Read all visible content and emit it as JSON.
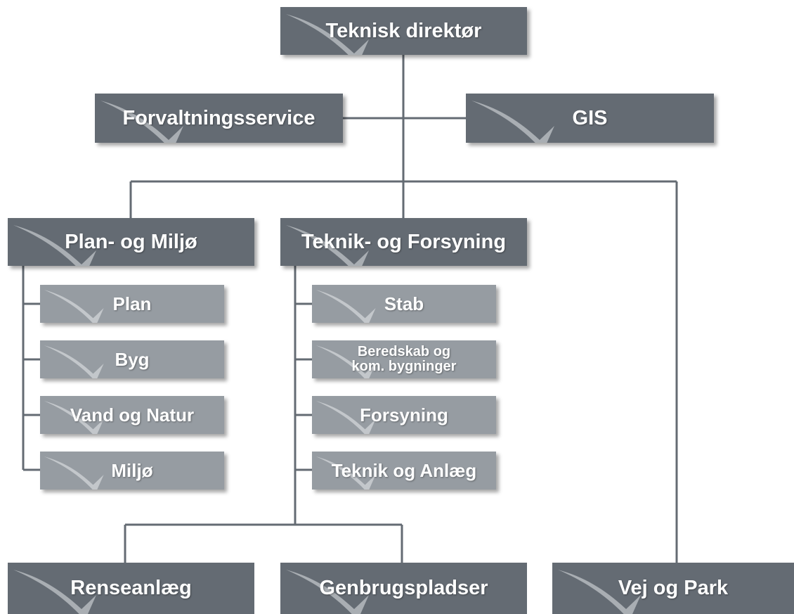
{
  "boxes": {
    "direktor": "Teknisk direktør",
    "forvaltning": "Forvaltningsservice",
    "gis": "GIS",
    "plan_miljo": "Plan- og Miljø",
    "teknik_forsyning": "Teknik- og Forsyning",
    "plan": "Plan",
    "byg": "Byg",
    "vand_natur": "Vand og Natur",
    "miljo": "Miljø",
    "stab": "Stab",
    "beredskab": "Beredskab og\nkom. bygninger",
    "forsyning": "Forsyning",
    "teknik_anlaeg": "Teknik og Anlæg",
    "renseanlaeg": "Renseanlæg",
    "genbrugspladser": "Genbrugspladser",
    "vej_park": "Vej og Park"
  },
  "colors": {
    "dark_box": "#646b73",
    "light_box": "#969ca2",
    "connector": "#646b73",
    "bird_watermark": "#a9aeb3"
  },
  "icons": {
    "box_watermark": "seagull-icon"
  }
}
